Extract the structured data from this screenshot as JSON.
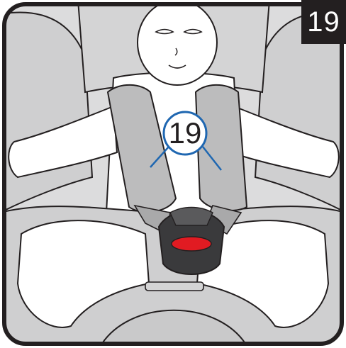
{
  "step_badge": "19",
  "callout": {
    "number": "19"
  },
  "colors": {
    "frame": "#231f20",
    "seat": "#d9d9da",
    "seat_dark": "#c9c9ca",
    "shoulder_pads": "#bcbcbd",
    "callout_ring": "#1f67b1",
    "buckle": "#3a3a3c",
    "buckle_light": "#5a5a5c",
    "release_button": "#e11b22",
    "skin": "#ffffff"
  },
  "icons": [
    "child-figure",
    "shoulder-pad",
    "harness-buckle",
    "callout-circle",
    "pointer-line"
  ]
}
